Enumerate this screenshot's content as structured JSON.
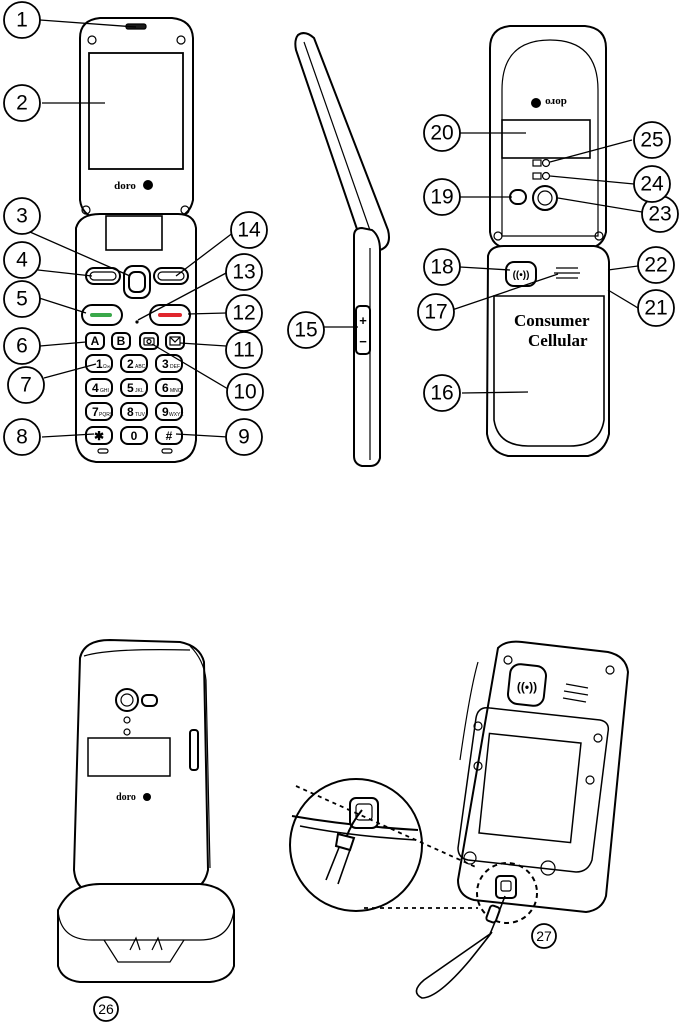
{
  "callouts": [
    {
      "num": "1"
    },
    {
      "num": "2"
    },
    {
      "num": "3"
    },
    {
      "num": "4"
    },
    {
      "num": "5"
    },
    {
      "num": "6"
    },
    {
      "num": "7"
    },
    {
      "num": "8"
    },
    {
      "num": "9"
    },
    {
      "num": "10"
    },
    {
      "num": "11"
    },
    {
      "num": "12"
    },
    {
      "num": "13"
    },
    {
      "num": "14"
    },
    {
      "num": "15"
    },
    {
      "num": "16"
    },
    {
      "num": "17"
    },
    {
      "num": "18"
    },
    {
      "num": "19"
    },
    {
      "num": "20"
    },
    {
      "num": "21"
    },
    {
      "num": "22"
    },
    {
      "num": "23"
    },
    {
      "num": "24"
    },
    {
      "num": "25"
    },
    {
      "num": "26"
    },
    {
      "num": "27"
    }
  ],
  "brand": {
    "logo_front": "doro",
    "logo_back": "doro",
    "logo_cradle": "doro",
    "consumer_line1": "Consumer",
    "consumer_line2": "Cellular"
  },
  "keys": {
    "a": "A",
    "b": "B",
    "k1": "1",
    "k2": "2",
    "k3": "3",
    "k4": "4",
    "k5": "5",
    "k6": "6",
    "k7": "7",
    "k8": "8",
    "k9": "9",
    "star": "✱",
    "k0": "0",
    "hash": "#",
    "s1": "Ω∞",
    "s2": "ABC",
    "s3": "DEF",
    "s4": "GHI",
    "s5": "JKL",
    "s6": "MNO",
    "s7": "PQRS",
    "s8": "TUV",
    "s9": "WXYZ",
    "plus": "+",
    "minus": "−"
  },
  "colors": {
    "call_green": "#3aa84a",
    "end_red": "#e0262d"
  }
}
